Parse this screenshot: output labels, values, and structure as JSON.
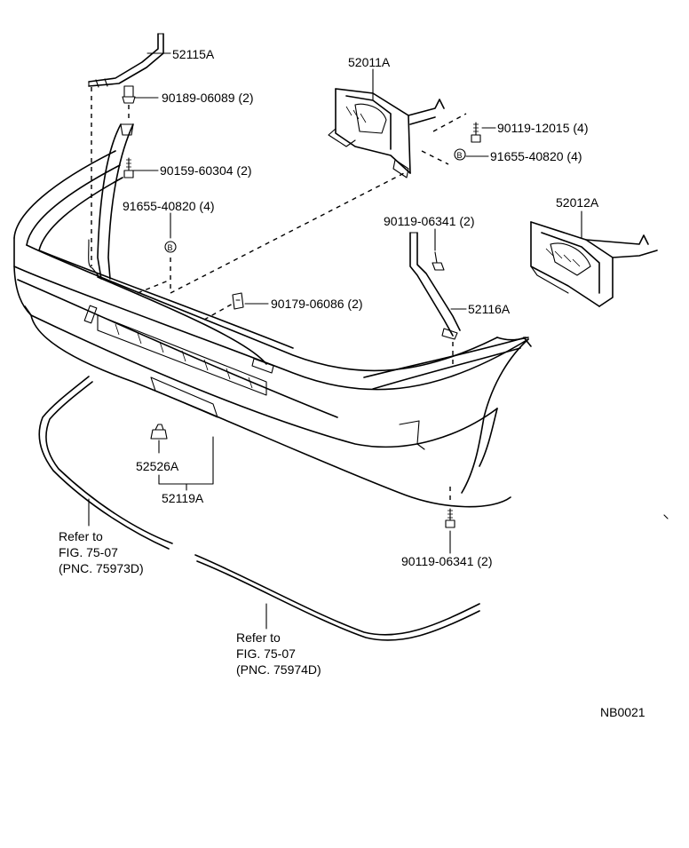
{
  "labels": {
    "p52115a": "52115A",
    "p90189": "90189-06089 (2)",
    "p90159": "90159-60304 (2)",
    "p91655_left": "91655-40820 (4)",
    "p52011a": "52011A",
    "p90119_12015": "90119-12015 (4)",
    "p91655_right": "91655-40820 (4)",
    "p52012a": "52012A",
    "p90119_06341_top": "90119-06341 (2)",
    "p52116a": "52116A",
    "p90179": "90179-06086 (2)",
    "p52526a": "52526A",
    "p52119a": "52119A",
    "p90119_06341_bottom": "90119-06341 (2)",
    "refer_left": [
      "Refer to",
      "FIG. 75-07",
      "(PNC. 75973D)"
    ],
    "refer_right": [
      "Refer to",
      "FIG. 75-07",
      "(PNC. 75974D)"
    ],
    "diagram_code": "NB0021"
  },
  "icons": {
    "clip_symbol": "B"
  }
}
